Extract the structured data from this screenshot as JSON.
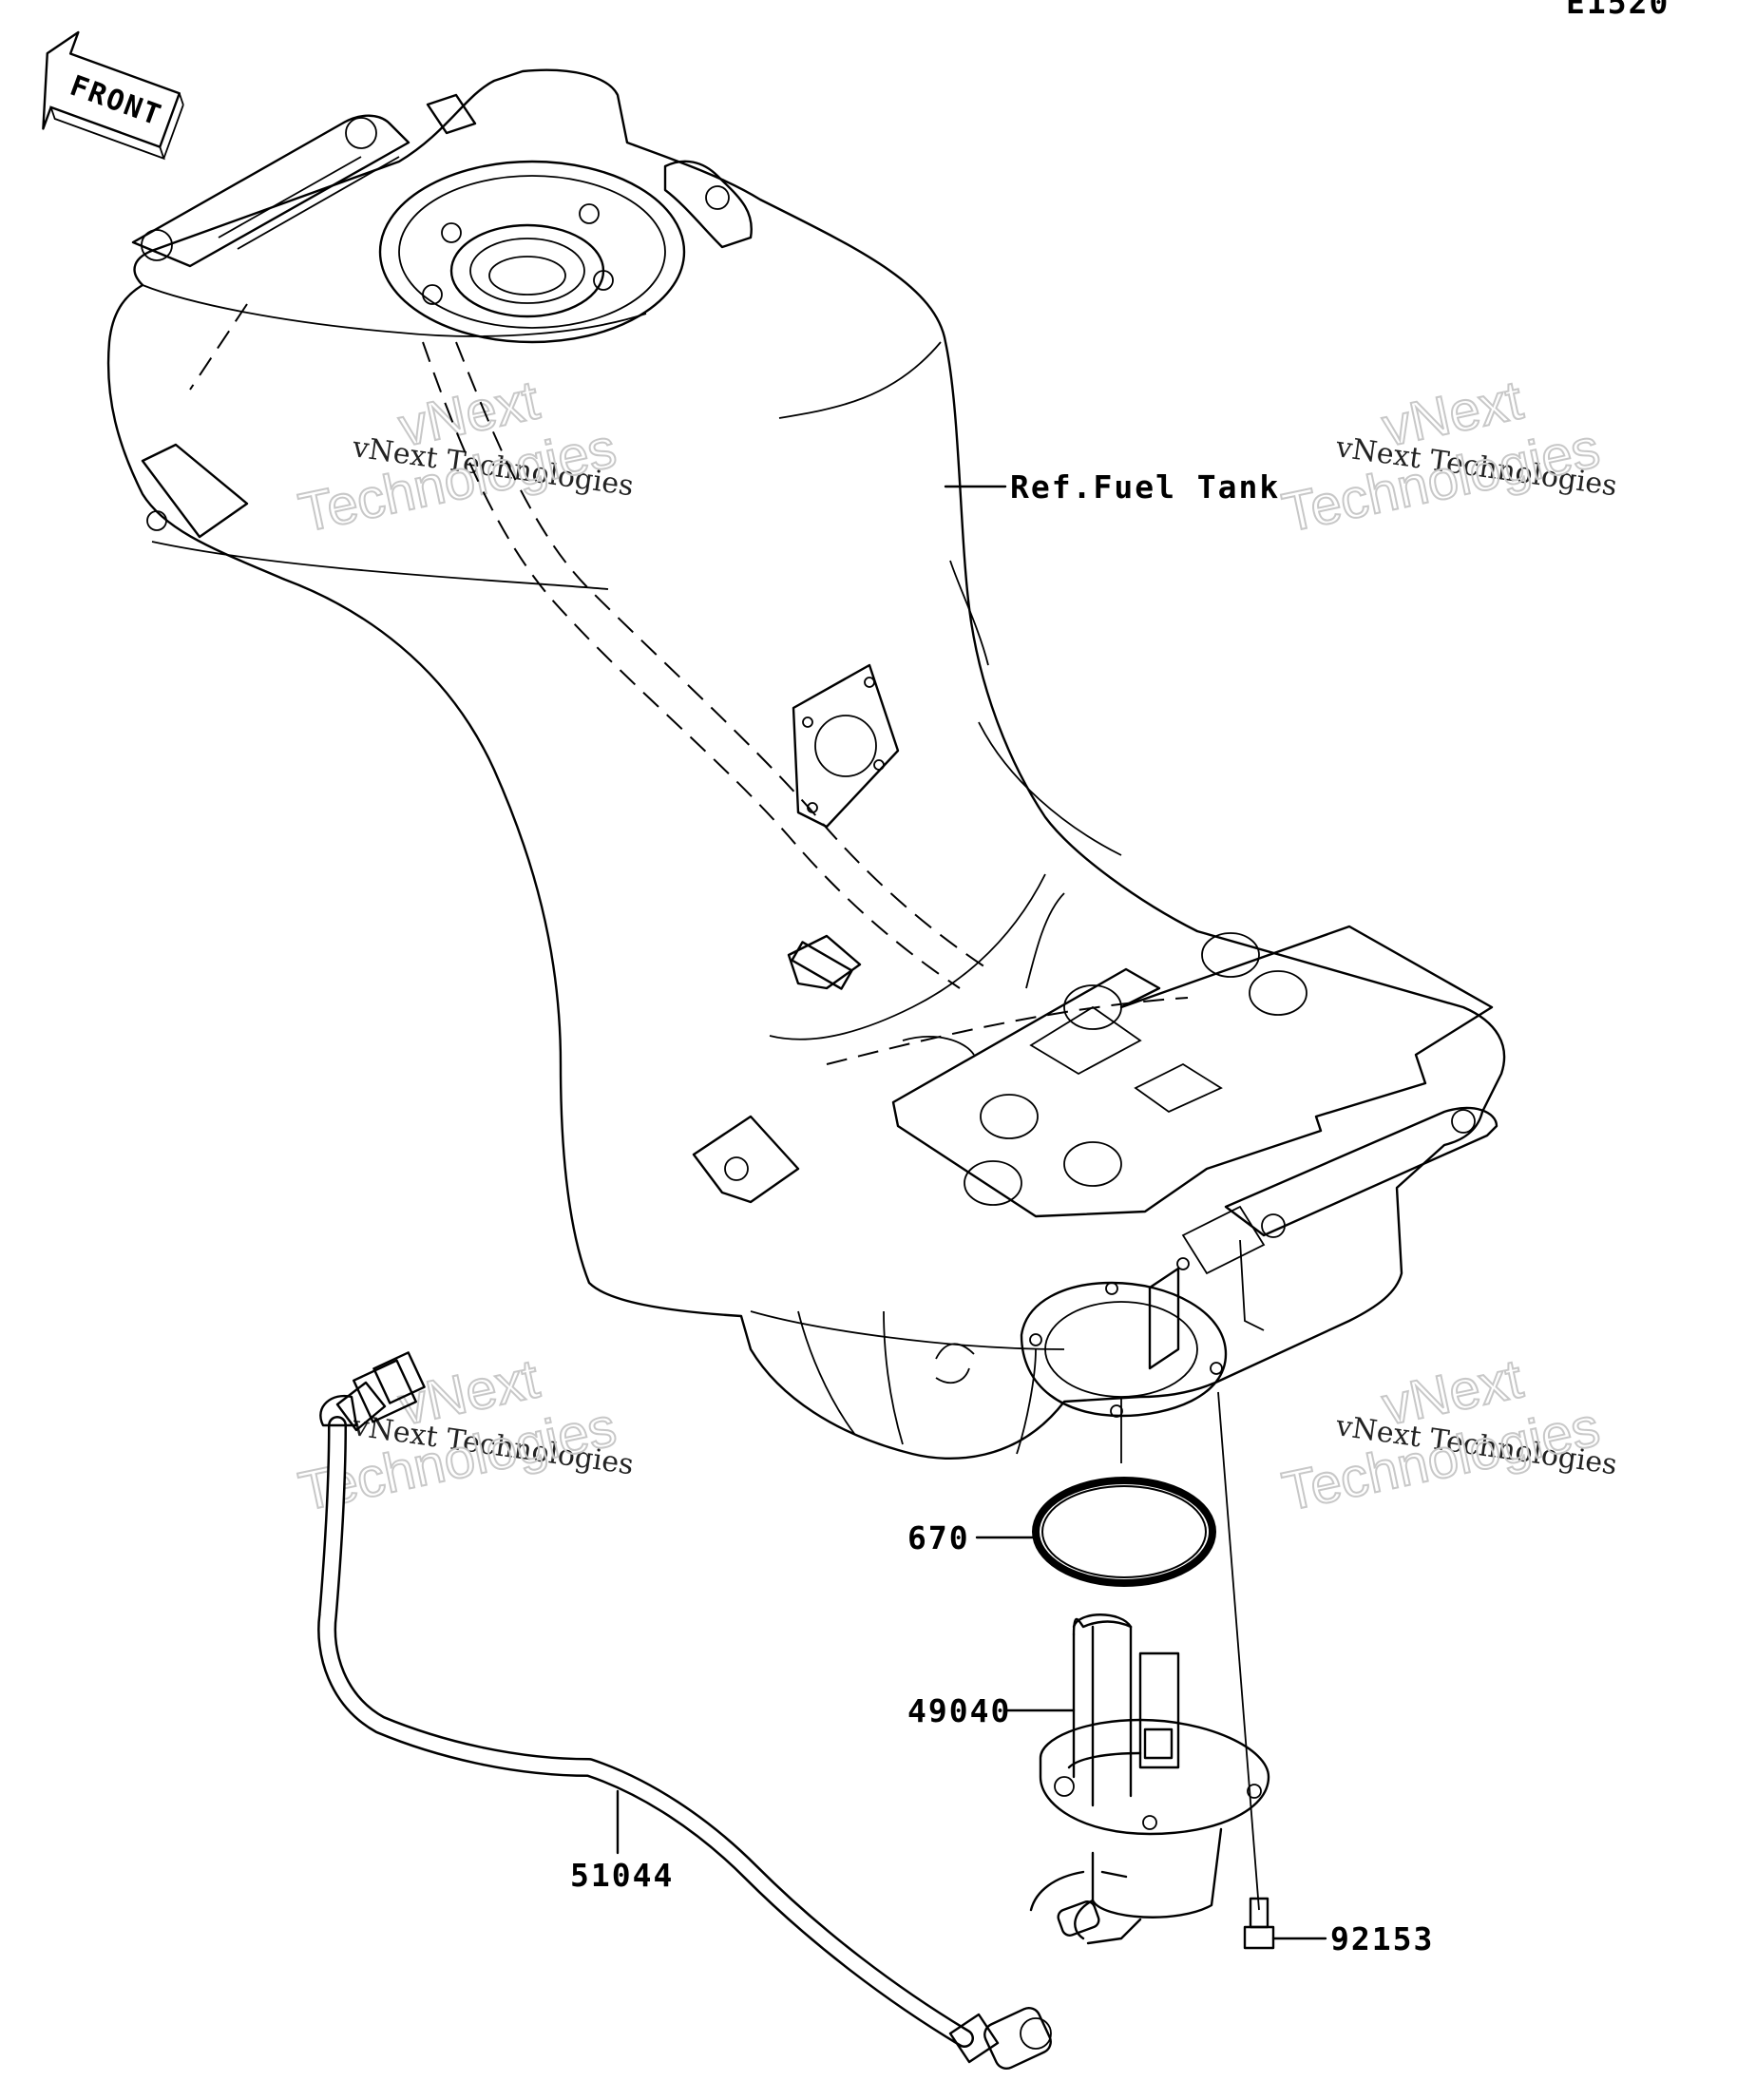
{
  "diagram": {
    "code": "E1520",
    "front_label": "FRONT",
    "ref_label": "Ref.Fuel Tank",
    "parts": [
      {
        "id": "670"
      },
      {
        "id": "49040"
      },
      {
        "id": "51044"
      },
      {
        "id": "92153"
      }
    ],
    "watermark": {
      "line1": "vNext Technologies",
      "line2a": "vNext",
      "line2b": "Technologies"
    }
  }
}
